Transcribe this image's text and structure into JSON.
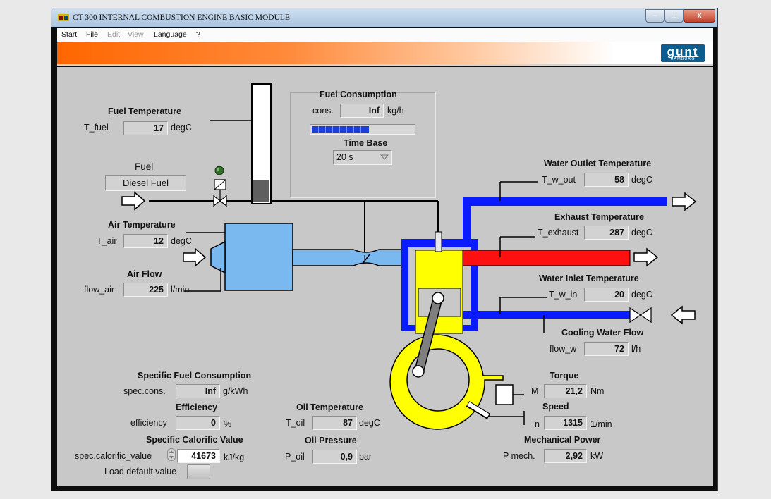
{
  "window": {
    "title": "CT 300 INTERNAL COMBUSTION ENGINE BASIC MODULE",
    "controls": {
      "minimize": "–",
      "maximize": "□",
      "close": "x"
    }
  },
  "menu": [
    "Start",
    "File",
    "Edit",
    "View",
    "Language",
    "?"
  ],
  "logo": {
    "text": "gunt",
    "subtitle": "HAMBURG"
  },
  "fuel_temperature": {
    "title": "Fuel Temperature",
    "label": "T_fuel",
    "value": "17",
    "unit": "degC"
  },
  "fuel": {
    "title": "Fuel",
    "value": "Diesel Fuel"
  },
  "fuel_consumption": {
    "title": "Fuel Consumption",
    "label": "cons.",
    "value": "Inf",
    "unit": "kg/h",
    "progress_fraction": 0.56,
    "time_base_title": "Time Base",
    "time_base_value": "20 s"
  },
  "air_temperature": {
    "title": "Air Temperature",
    "label": "T_air",
    "value": "12",
    "unit": "degC"
  },
  "air_flow": {
    "title": "Air Flow",
    "label": "flow_air",
    "value": "225",
    "unit": "l/min"
  },
  "water_outlet": {
    "title": "Water Outlet Temperature",
    "label": "T_w_out",
    "value": "58",
    "unit": "degC"
  },
  "exhaust": {
    "title": "Exhaust Temperature",
    "label": "T_exhaust",
    "value": "287",
    "unit": "degC"
  },
  "water_inlet": {
    "title": "Water Inlet Temperature",
    "label": "T_w_in",
    "value": "20",
    "unit": "degC"
  },
  "cooling_flow": {
    "title": "Cooling Water Flow",
    "label": "flow_w",
    "value": "72",
    "unit": "l/h"
  },
  "specific_fuel_consumption": {
    "title": "Specific Fuel Consumption",
    "label": "spec.cons.",
    "value": "Inf",
    "unit": "g/kWh"
  },
  "efficiency": {
    "title": "Efficiency",
    "label": "efficiency",
    "value": "0",
    "unit": "%"
  },
  "calorific": {
    "title": "Specific Calorific Value",
    "label": "spec.calorific_value",
    "value": "41673",
    "unit": "kJ/kg"
  },
  "load_default": {
    "label": "Load default value"
  },
  "oil_temperature": {
    "title": "Oil Temperature",
    "label": "T_oil",
    "value": "87",
    "unit": "degC"
  },
  "oil_pressure": {
    "title": "Oil Pressure",
    "label": "P_oil",
    "value": "0,9",
    "unit": "bar"
  },
  "torque": {
    "title": "Torque",
    "label": "M",
    "value": "21,2",
    "unit": "Nm"
  },
  "speed": {
    "title": "Speed",
    "label": "n",
    "value": "1315",
    "unit": "1/min"
  },
  "power": {
    "title": "Mechanical Power",
    "label": "P mech.",
    "value": "2,92",
    "unit": "kW"
  },
  "colors": {
    "coolant": "#0a1cff",
    "exhaust": "#ff1010",
    "air": "#7ab8f0",
    "piston": "#ffff00",
    "banner": "#ff6600"
  }
}
